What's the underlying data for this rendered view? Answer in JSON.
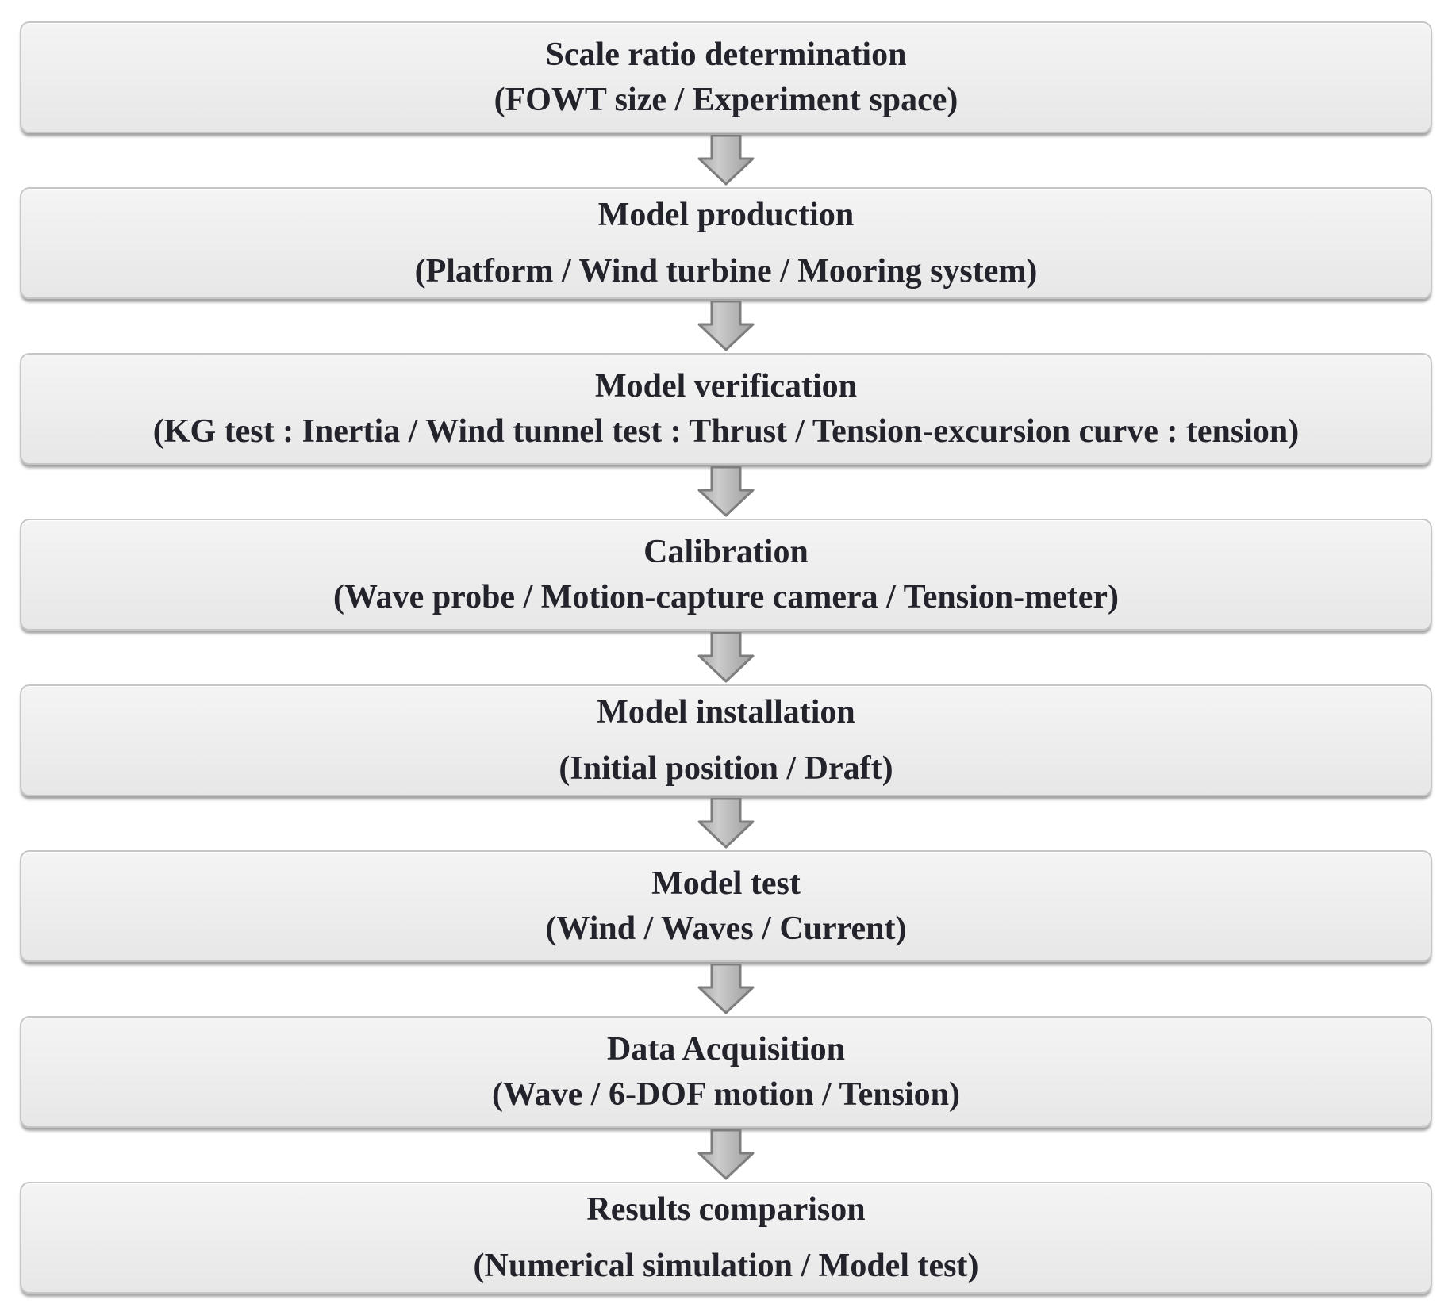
{
  "flowchart": {
    "type": "vertical-flowchart",
    "steps": [
      {
        "title": "Scale ratio determination",
        "detail": "(FOWT size / Experiment space)"
      },
      {
        "title": "Model production",
        "detail": "(Platform / Wind turbine / Mooring system)"
      },
      {
        "title": "Model verification",
        "detail": "(KG test : Inertia / Wind tunnel test : Thrust / Tension-excursion curve : tension)"
      },
      {
        "title": "Calibration",
        "detail": "(Wave probe / Motion-capture camera / Tension-meter)"
      },
      {
        "title": "Model installation",
        "detail": "(Initial position / Draft)"
      },
      {
        "title": "Model test",
        "detail": "(Wind / Waves / Current)"
      },
      {
        "title": "Data Acquisition",
        "detail": "(Wave / 6-DOF motion / Tension)"
      },
      {
        "title": "Results comparison",
        "detail": "(Numerical simulation / Model test)"
      }
    ],
    "connector": "down-block-arrow",
    "colors": {
      "background": "#ffffff",
      "box_fill": "#ededed",
      "box_border": "#c6c6c6",
      "box_shadow": "#5a5a5a",
      "text": "#23232c",
      "arrow_fill_light": "#cccccc",
      "arrow_fill_dark": "#9e9e9e",
      "arrow_stroke": "#7d7d7d"
    }
  }
}
